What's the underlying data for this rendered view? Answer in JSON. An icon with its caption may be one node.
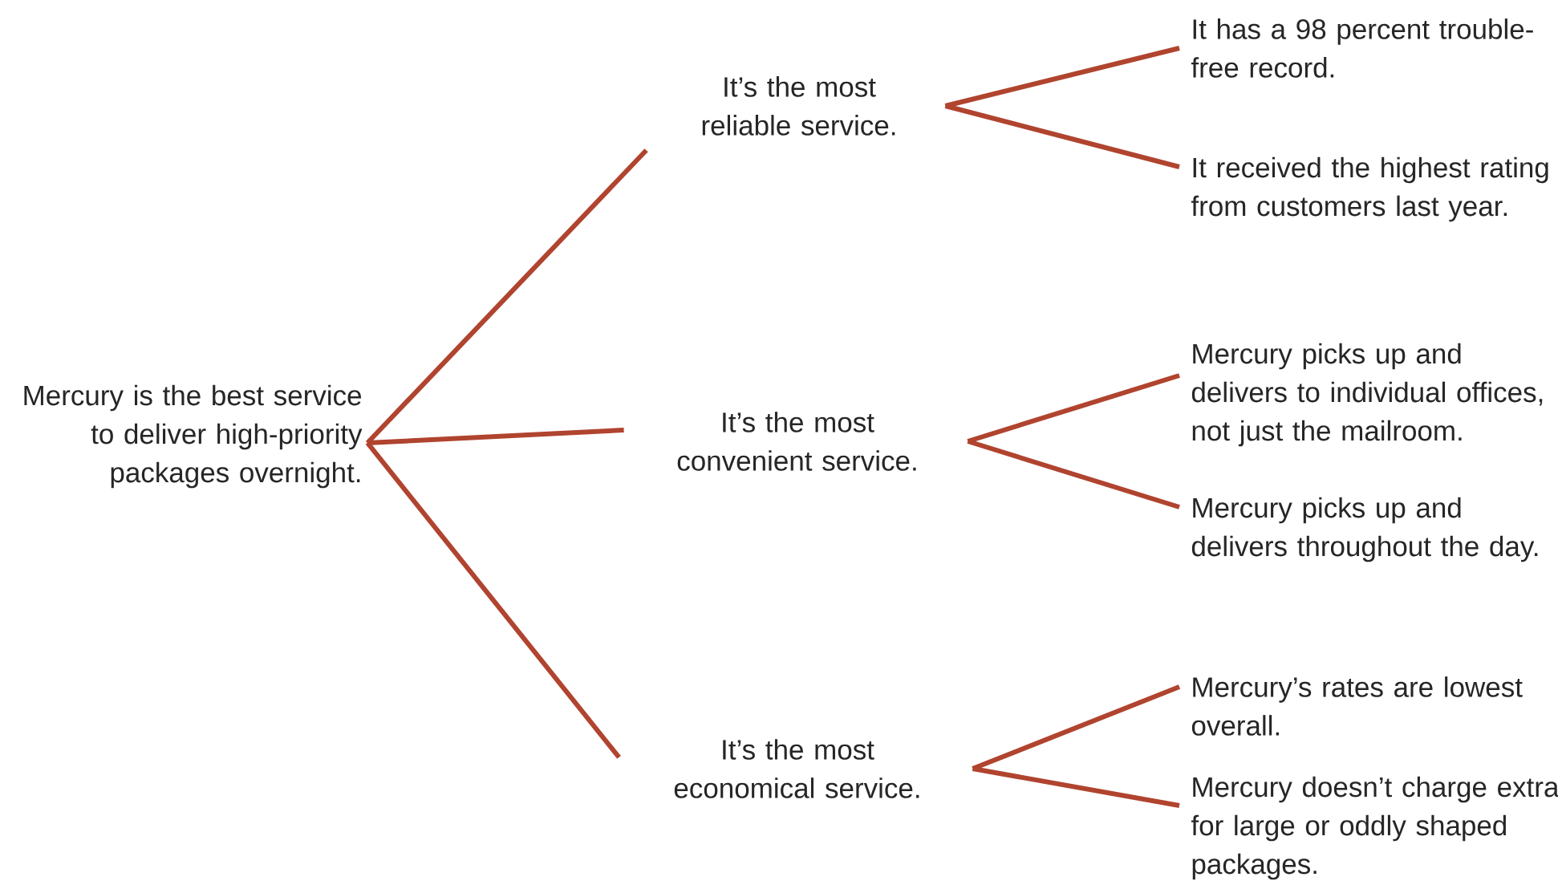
{
  "diagram": {
    "nodes": [
      {
        "text": [
          "Mercury is the best service to deliver high-priority packages overnight."
        ]
      },
      {
        "text": [
          "It’s the most reliable service."
        ]
      },
      {
        "text": [
          "It’s the most convenient service."
        ]
      },
      {
        "text": [
          "It’s the most economical service."
        ]
      },
      {
        "text": [
          "It has a 98 percent trouble-free record."
        ]
      },
      {
        "text": [
          "It received the highest rating from customers last year."
        ]
      },
      {
        "text": [
          "Mercury picks up and delivers to individual offices, not just the mailroom."
        ]
      },
      {
        "text": [
          "Mercury picks up and delivers throughout the day."
        ]
      },
      {
        "text": [
          "Mercury’s rates are lowest overall."
        ]
      },
      {
        "text": [
          "Mercury doesn’t charge extra for large or oddly shaped packages."
        ]
      }
    ],
    "edges": [
      {
        "from": 0,
        "to": 1,
        "arrow": "none"
      },
      {
        "from": 0,
        "to": 2,
        "arrow": "none"
      },
      {
        "from": 0,
        "to": 3,
        "arrow": "none"
      },
      {
        "from": 1,
        "to": 4,
        "arrow": "none"
      },
      {
        "from": 1,
        "to": 5,
        "arrow": "none"
      },
      {
        "from": 2,
        "to": 6,
        "arrow": "none"
      },
      {
        "from": 2,
        "to": 7,
        "arrow": "none"
      },
      {
        "from": 3,
        "to": 8,
        "arrow": "none"
      },
      {
        "from": 3,
        "to": 9,
        "arrow": "none"
      }
    ]
  }
}
